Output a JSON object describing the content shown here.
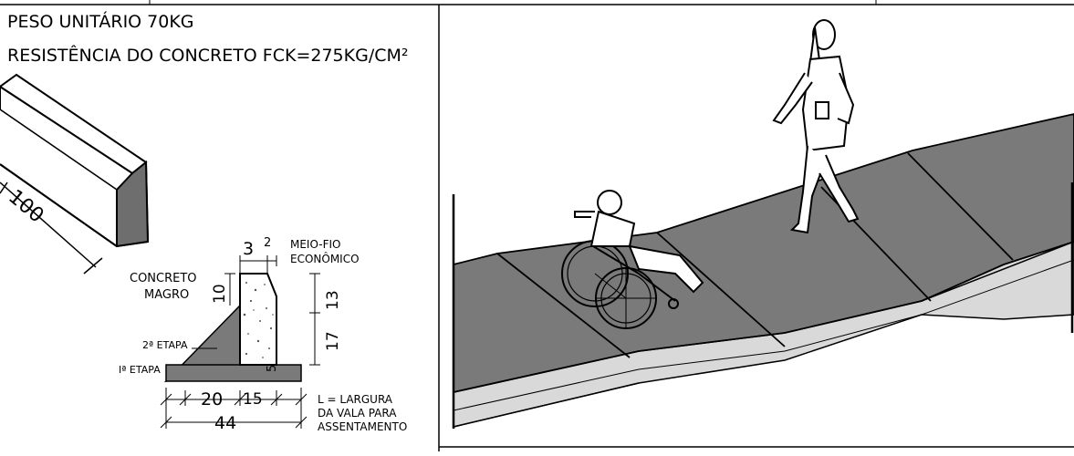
{
  "left_panel": {
    "title_line1": "PESO UNITÁRIO 70KG",
    "title_line2": "RESISTÊNCIA DO CONCRETO FCK=275KG/CM²",
    "block_length": "100",
    "dims": {
      "top_a": "3",
      "top_b": "2",
      "left_10": "10",
      "right_13": "13",
      "right_17": "17",
      "base_5": "5",
      "bottom_20": "20",
      "bottom_15": "15",
      "total_44": "44"
    },
    "labels": {
      "meio_fio_1": "MEIO-FIO",
      "meio_fio_2": "ECONÔMICO",
      "concreto_1": "CONCRETO",
      "concreto_2": "MAGRO",
      "etapa_2": "2ª ETAPA",
      "etapa_1": "Iª ETAPA",
      "largura_1": "L = LARGURA",
      "largura_2": "DA VALA PARA",
      "largura_3": "ASSENTAMENTO"
    }
  },
  "colors": {
    "paving": "#7a7a7a",
    "paving_dark": "#555555",
    "curb_side": "#d9d9d9",
    "line": "#000000"
  }
}
